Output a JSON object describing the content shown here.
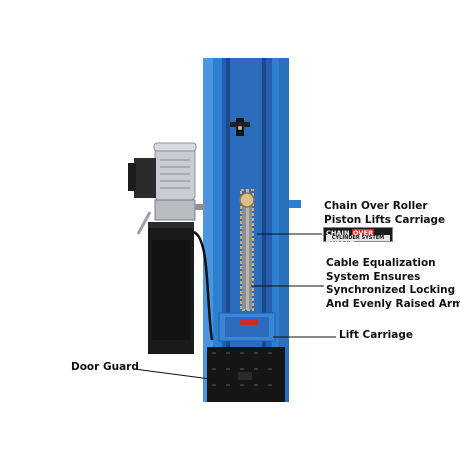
{
  "labels": {
    "chain_line1": "Chain Over Roller",
    "chain_line2": "Piston Lifts Carriage",
    "cable_line1": "Cable Equalization",
    "cable_line2": "System Ensures",
    "cable_line3": "Synchronized Locking",
    "cable_line4": "And Evenly Raised Arms",
    "lift_carriage": "Lift Carriage",
    "door_guard": "Door Guard"
  },
  "badge": {
    "word1": "CHAIN",
    "word2": "OVER",
    "word3": "ROLLER",
    "subtitle": "CYLINDER SYSTEM"
  },
  "colors": {
    "column_blue": "#2f7fd0",
    "column_shadow": "#1f5ea8",
    "motor_silver": "#c9ccd0",
    "tank_black": "#1a1a1a",
    "badge_red": "#d6281e"
  }
}
